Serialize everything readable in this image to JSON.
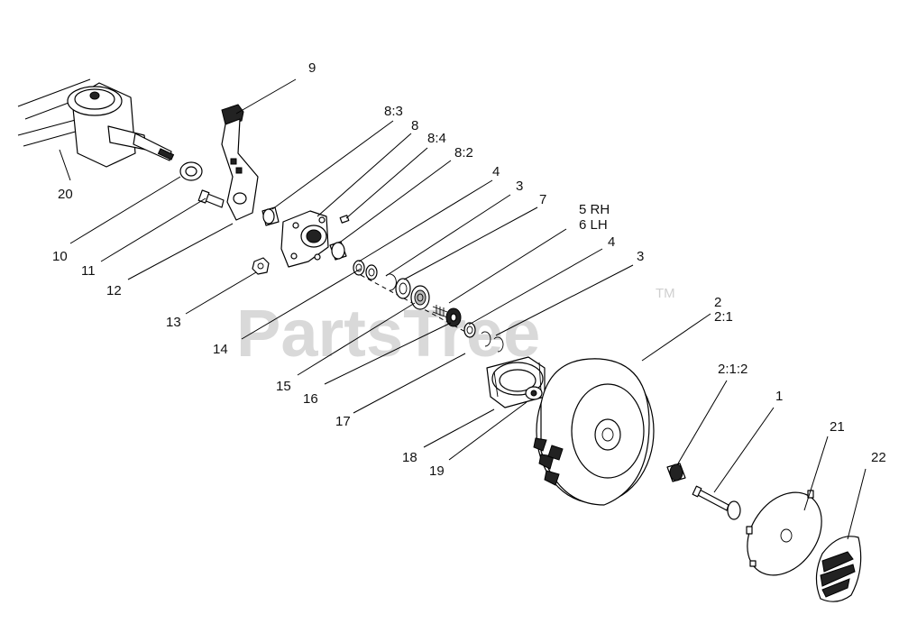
{
  "watermark": {
    "text": "PartsTree",
    "trademark": "TM"
  },
  "callouts": {
    "c9": "9",
    "c8_3": "8:3",
    "c8": "8",
    "c8_4": "8:4",
    "c8_2": "8:2",
    "c4a": "4",
    "c3a": "3",
    "c7": "7",
    "c5rh": "5 RH",
    "c6lh": "6 LH",
    "c4b": "4",
    "c3b": "3",
    "c2": "2",
    "c2_1": "2:1",
    "c2_1_2": "2:1:2",
    "c1": "1",
    "c21": "21",
    "c22": "22",
    "c20": "20",
    "c10": "10",
    "c11": "11",
    "c12": "12",
    "c13": "13",
    "c14": "14",
    "c15": "15",
    "c16": "16",
    "c17": "17",
    "c18": "18",
    "c19": "19"
  }
}
